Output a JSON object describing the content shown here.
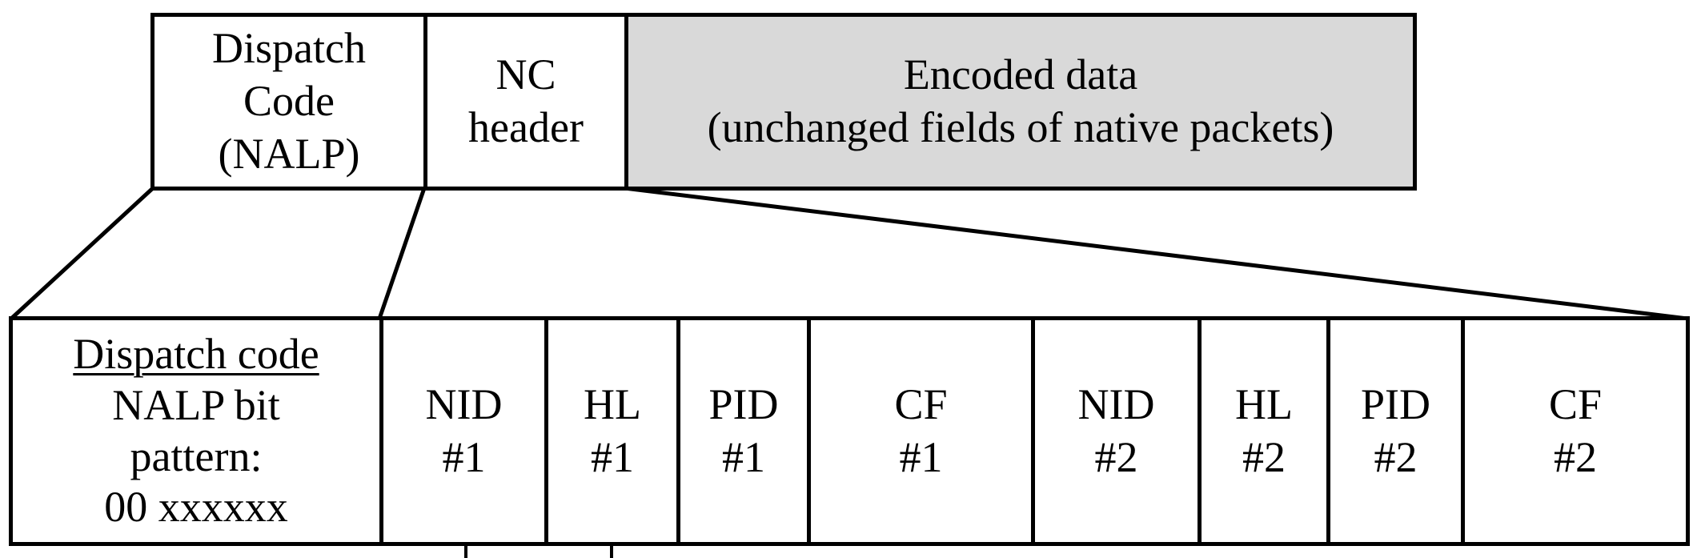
{
  "top_row": {
    "dispatch_code": [
      "Dispatch",
      "Code",
      "(NALP)"
    ],
    "nc_header": [
      "NC",
      "header"
    ],
    "encoded_data": [
      "Encoded data",
      "(unchanged fields of native packets)"
    ]
  },
  "bottom_row": {
    "dispatch": {
      "title": "Dispatch code",
      "lines": [
        "NALP bit",
        "pattern:",
        "00 xxxxxx"
      ]
    },
    "fields": [
      [
        "NID",
        "#1"
      ],
      [
        "HL",
        "#1"
      ],
      [
        "PID",
        "#1"
      ],
      [
        "CF",
        "#1"
      ],
      [
        "NID",
        "#2"
      ],
      [
        "HL",
        "#2"
      ],
      [
        "PID",
        "#2"
      ],
      [
        "CF",
        "#2"
      ]
    ]
  },
  "colors": {
    "line": "#000000",
    "encoded_fill": "#d9d9d9"
  }
}
